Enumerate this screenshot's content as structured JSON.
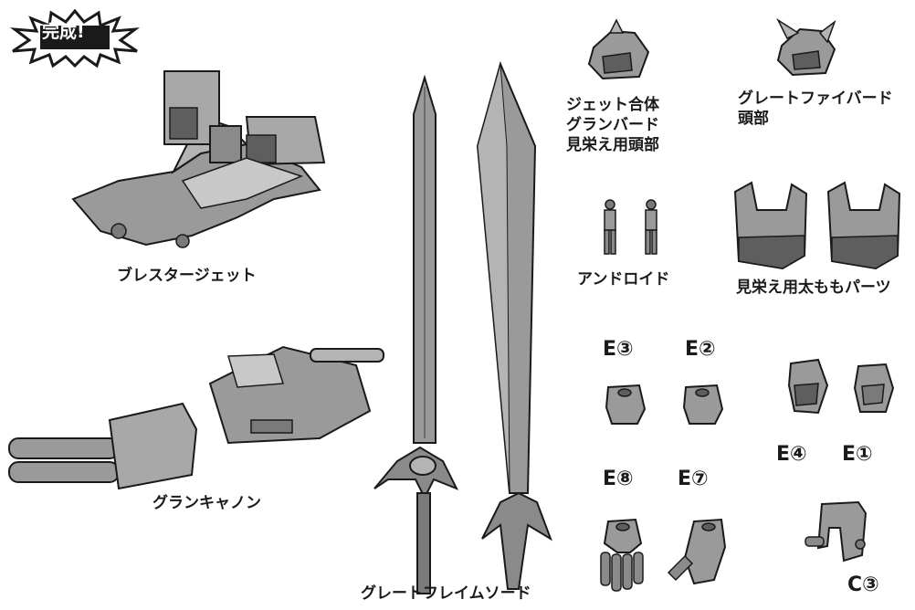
{
  "badge": {
    "text": "完成!"
  },
  "parts": {
    "blaster_jet": "ブレスタージェット",
    "gran_cannon": "グランキャノン",
    "great_flame_sword": "グレートフレイムソード",
    "jet_head": [
      "ジェット合体",
      "グランバード",
      "見栄え用頭部"
    ],
    "great_fighbird_head": [
      "グレートファイバード",
      "頭部"
    ],
    "android": "アンドロイド",
    "thigh_parts": "見栄え用太ももパーツ"
  },
  "labels": {
    "e3": "E③",
    "e2": "E②",
    "e4": "E④",
    "e1": "E①",
    "e8": "E⑧",
    "e7": "E⑦",
    "c3": "C③"
  },
  "colors": {
    "part_fill": "#9a9a9a",
    "part_dark": "#5e5e5e",
    "part_light": "#c8c8c8",
    "ink": "#1a1a1a"
  }
}
